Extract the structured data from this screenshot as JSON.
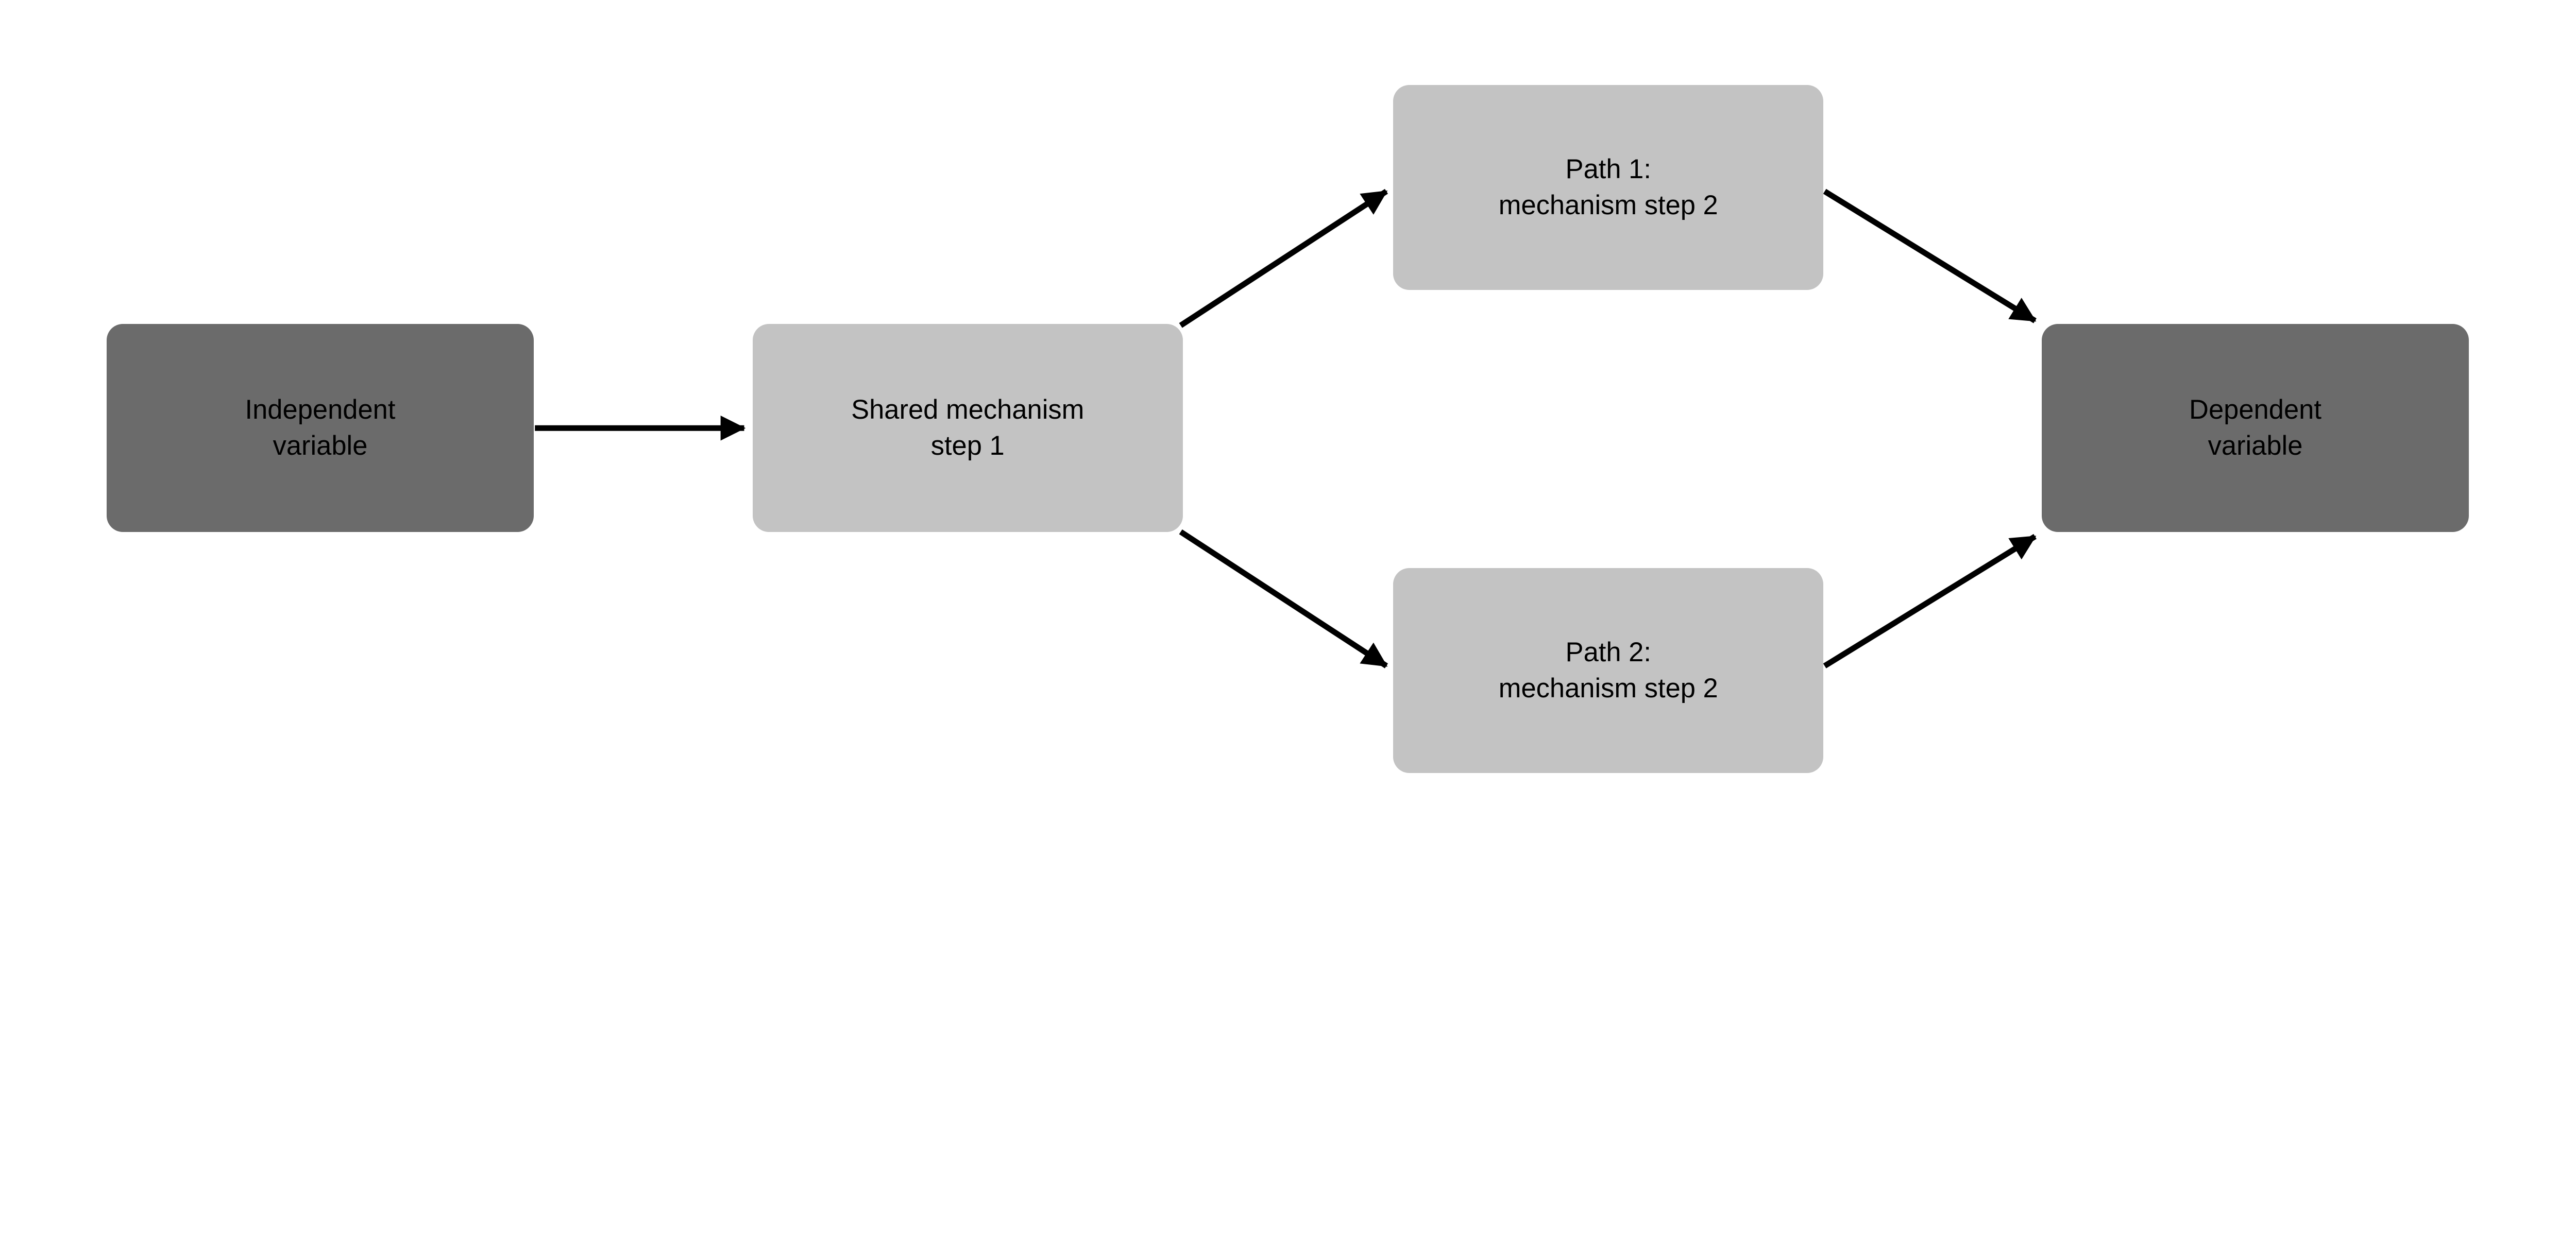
{
  "diagram": {
    "background_color": "#ffffff",
    "arrow_color": "#000000",
    "text_color": "#000000",
    "node_colors": {
      "endpoint_dark": "#6b6b6b",
      "mechanism_light": "#c3c3c3"
    },
    "nodes": [
      {
        "id": "independent",
        "label": "Independent\nvariable",
        "fill": "#6b6b6b"
      },
      {
        "id": "shared",
        "label": "Shared mechanism\nstep 1",
        "fill": "#c3c3c3"
      },
      {
        "id": "path1",
        "label": "Path 1:\nmechanism step 2",
        "fill": "#c3c3c3"
      },
      {
        "id": "path2",
        "label": "Path 2:\nmechanism step 2",
        "fill": "#c3c3c3"
      },
      {
        "id": "dependent",
        "label": "Dependent\nvariable",
        "fill": "#6b6b6b"
      }
    ],
    "edges": [
      {
        "from": "independent",
        "to": "shared"
      },
      {
        "from": "shared",
        "to": "path1"
      },
      {
        "from": "shared",
        "to": "path2"
      },
      {
        "from": "path1",
        "to": "dependent"
      },
      {
        "from": "path2",
        "to": "dependent"
      }
    ]
  }
}
